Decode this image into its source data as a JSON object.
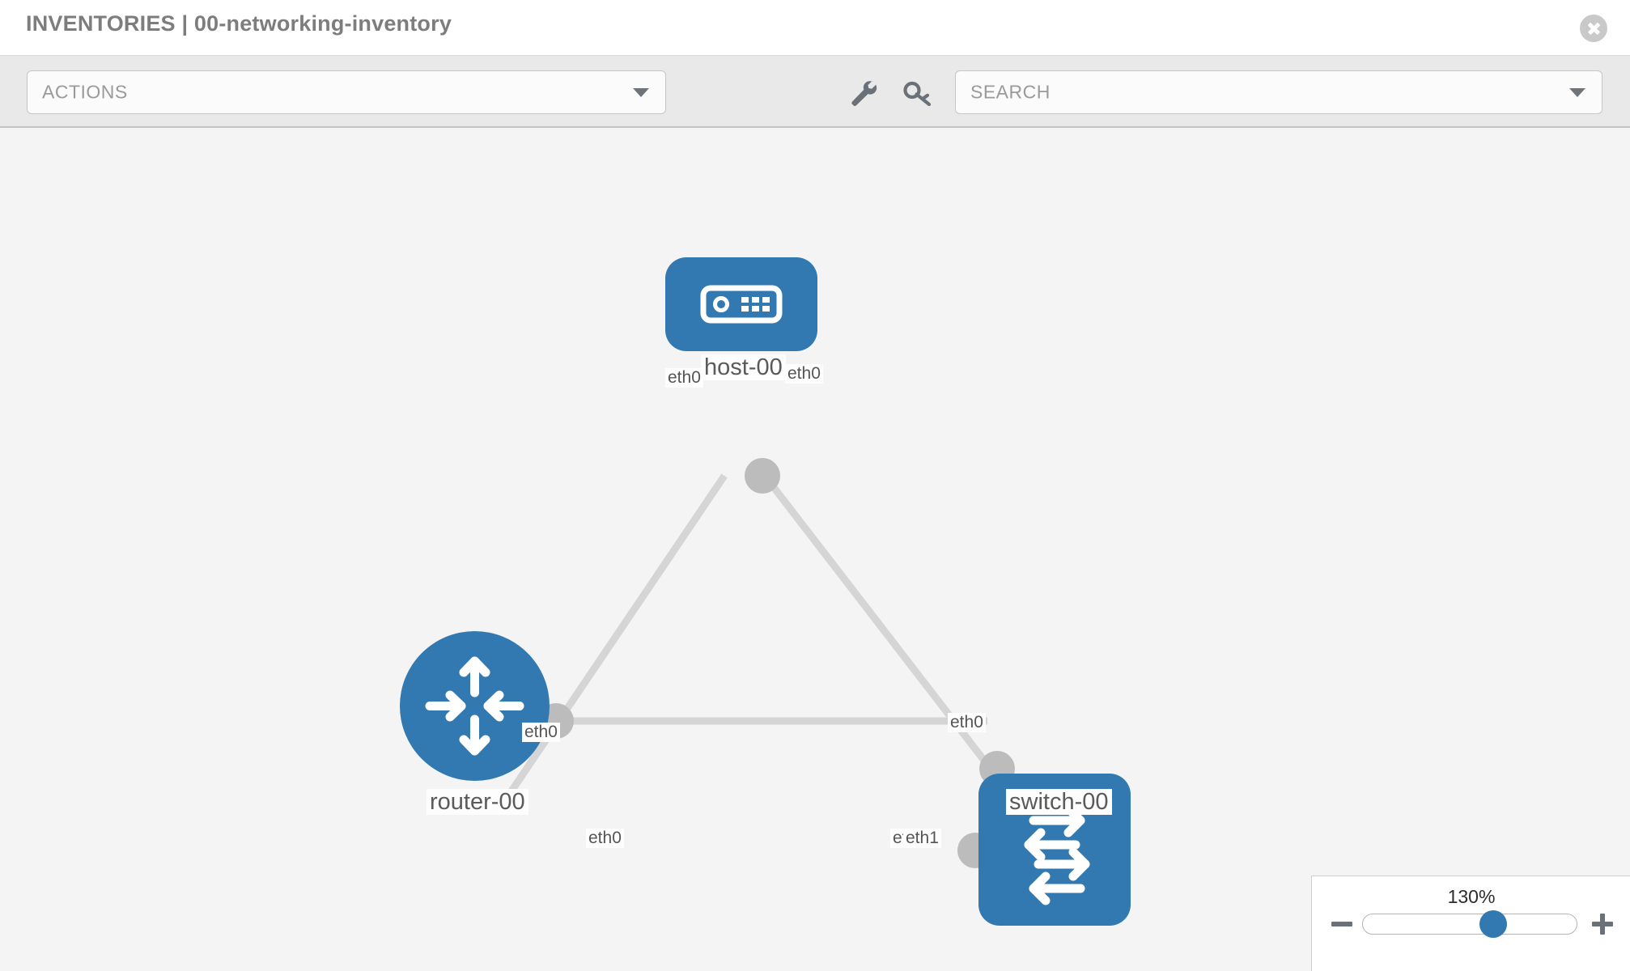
{
  "header": {
    "title": "INVENTORIES | 00-networking-inventory",
    "close_label": "",
    "title_color": "#7d7d7d"
  },
  "toolbar": {
    "actions_label": "ACTIONS",
    "search_placeholder": "SEARCH",
    "search_value": "",
    "wrench_icon": "wrench-icon",
    "key_icon": "key-icon",
    "caret_icon": "chevron-down-icon"
  },
  "topology": {
    "accent_color": "#3179b0",
    "link_color": "#d5d5d5",
    "port_color": "#bcbcbc",
    "nodes": [
      {
        "id": "host-00",
        "label": "host-00",
        "type": "host",
        "icon": "server-icon"
      },
      {
        "id": "router-00",
        "label": "router-00",
        "type": "router",
        "icon": "router-arrows-icon"
      },
      {
        "id": "switch-00",
        "label": "switch-00",
        "type": "switch",
        "icon": "switch-arrows-icon"
      }
    ],
    "links": [
      {
        "from": "host-00",
        "to": "router-00",
        "from_interface": "eth0",
        "to_interface": "eth0"
      },
      {
        "from": "host-00",
        "to": "switch-00",
        "from_interface": "eth0",
        "to_interface": "eth0"
      },
      {
        "from": "router-00",
        "to": "switch-00",
        "from_interface": "eth0",
        "to_interface": "eth1"
      }
    ],
    "interface_labels": {
      "host_left": "eth0",
      "host_right": "eth0",
      "router_top": "eth0",
      "switch_top": "eth0",
      "router_right": "eth0",
      "switch_left_hidden": "eth0",
      "switch_left": "eth1"
    }
  },
  "zoom_control": {
    "value_label": "130%",
    "minus_label": "-",
    "plus_label": "+",
    "slider_percent": 62
  }
}
